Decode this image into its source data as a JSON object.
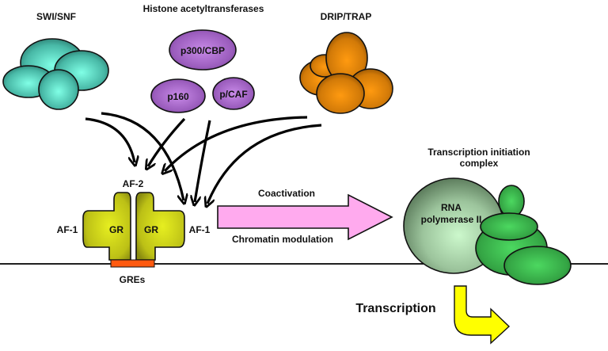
{
  "title": "Glucocorticoid receptor coactivation pathway",
  "groups": {
    "swi_snf": {
      "label": "SWI/SNF",
      "color": "#4fd6c4"
    },
    "hats": {
      "label": "Histone acetyltransferases",
      "color": "#a46cc6",
      "members": [
        "p300/CBP",
        "p160",
        "p/CAF"
      ]
    },
    "drip_trap": {
      "label": "DRIP/TRAP",
      "color": "#e88a0a"
    }
  },
  "receptor": {
    "monomer_labels": [
      "GR",
      "GR"
    ],
    "af2_label": "AF-2",
    "af1_left_label": "AF-1",
    "af1_right_label": "AF-1",
    "response_element_label": "GREs",
    "color": "#c8cc1a",
    "gre_color": "#ff5a10"
  },
  "process_arrow": {
    "top_label": "Coactivation",
    "bottom_label": "Chromatin modulation",
    "color": "#ffaaee"
  },
  "initiation_complex": {
    "heading_line1": "Transcription initiation",
    "heading_line2": "complex",
    "polymerase_line1": "RNA",
    "polymerase_line2": "polymerase II",
    "polymerase_color": "#a8d8a8",
    "factor_color": "#3aa84a"
  },
  "output": {
    "label": "Transcription",
    "arrow_color": "#ffff00"
  }
}
